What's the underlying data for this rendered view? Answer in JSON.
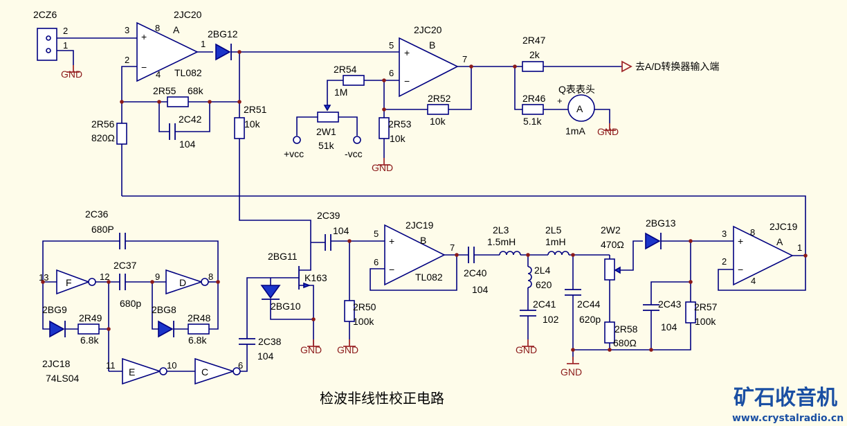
{
  "title": "检波非线性校正电路",
  "logo": {
    "name": "矿石收音机",
    "url": "www.crystalradio.cn"
  },
  "ground": "GND",
  "output_label": "去A/D转换器输入端",
  "components": {
    "cz6": "2CZ6",
    "u20a": "2JC20",
    "u20a_unit": "A",
    "u20a_part": "TL082",
    "u20b": "2JC20",
    "u20b_unit": "B",
    "u19b": "2JC19",
    "u19b_unit": "B",
    "u19b_part": "TL082",
    "u19a": "2JC19",
    "u19a_unit": "A",
    "u18": "2JC18",
    "u18_part": "74LS04",
    "bg12": "2BG12",
    "bg13": "2BG13",
    "bg11": "2BG11",
    "bg11_part": "K163",
    "bg10": "2BG10",
    "bg9": "2BG9",
    "bg8": "2BG8",
    "r55": "2R55",
    "r55_v": "68k",
    "r56": "2R56",
    "r56_v": "820Ω",
    "r51": "2R51",
    "r51_v": "10k",
    "r54": "2R54",
    "r54_v": "1M",
    "w1": "2W1",
    "w1_v": "51k",
    "vcc_p": "+vcc",
    "vcc_n": "-vcc",
    "r53": "2R53",
    "r53_v": "10k",
    "r52": "2R52",
    "r52_v": "10k",
    "r47": "2R47",
    "r47_v": "2k",
    "r46": "2R46",
    "r46_v": "5.1k",
    "meter": "Q表表头",
    "meter_v": "1mA",
    "meter_sym": "A",
    "c42": "2C42",
    "c42_v": "104",
    "c36": "2C36",
    "c36_v": "680P",
    "c37": "2C37",
    "c37_v": "680p",
    "c39": "2C39",
    "c39_v": "104",
    "c38": "2C38",
    "c38_v": "104",
    "c40": "2C40",
    "c40_v": "104",
    "c41": "2C41",
    "c41_v": "102",
    "c44": "2C44",
    "c44_v": "620p",
    "c43": "2C43",
    "c43_v": "104",
    "l3": "2L3",
    "l3_v": "1.5mH",
    "l5": "2L5",
    "l5_v": "1mH",
    "l4": "2L4",
    "l4_v": "620",
    "w2": "2W2",
    "w2_v": "470Ω",
    "r58": "2R58",
    "r58_v": "680Ω",
    "r57": "2R57",
    "r57_v": "100k",
    "r50": "2R50",
    "r50_v": "100k",
    "r49": "2R49",
    "r49_v": "6.8k",
    "r48": "2R48",
    "r48_v": "6.8k",
    "gate_f": "F",
    "gate_d": "D",
    "gate_e": "E",
    "gate_c": "C"
  },
  "pins": {
    "cz2": "2",
    "cz1": "1",
    "u20a_3": "3",
    "u20a_2": "2",
    "u20a_1": "1",
    "u20a_4": "4",
    "u20a_8": "8",
    "u20b_5": "5",
    "u20b_6": "6",
    "u20b_7": "7",
    "u19b_5": "5",
    "u19b_6": "6",
    "u19b_7": "7",
    "u19a_3": "3",
    "u19a_2": "2",
    "u19a_1": "1",
    "u19a_4": "4",
    "u19a_8": "8",
    "g13": "13",
    "g12": "12",
    "g9": "9",
    "g8": "8",
    "g11": "11",
    "g10": "10",
    "g6": "6"
  },
  "signs": {
    "plus": "+",
    "minus": "−"
  }
}
